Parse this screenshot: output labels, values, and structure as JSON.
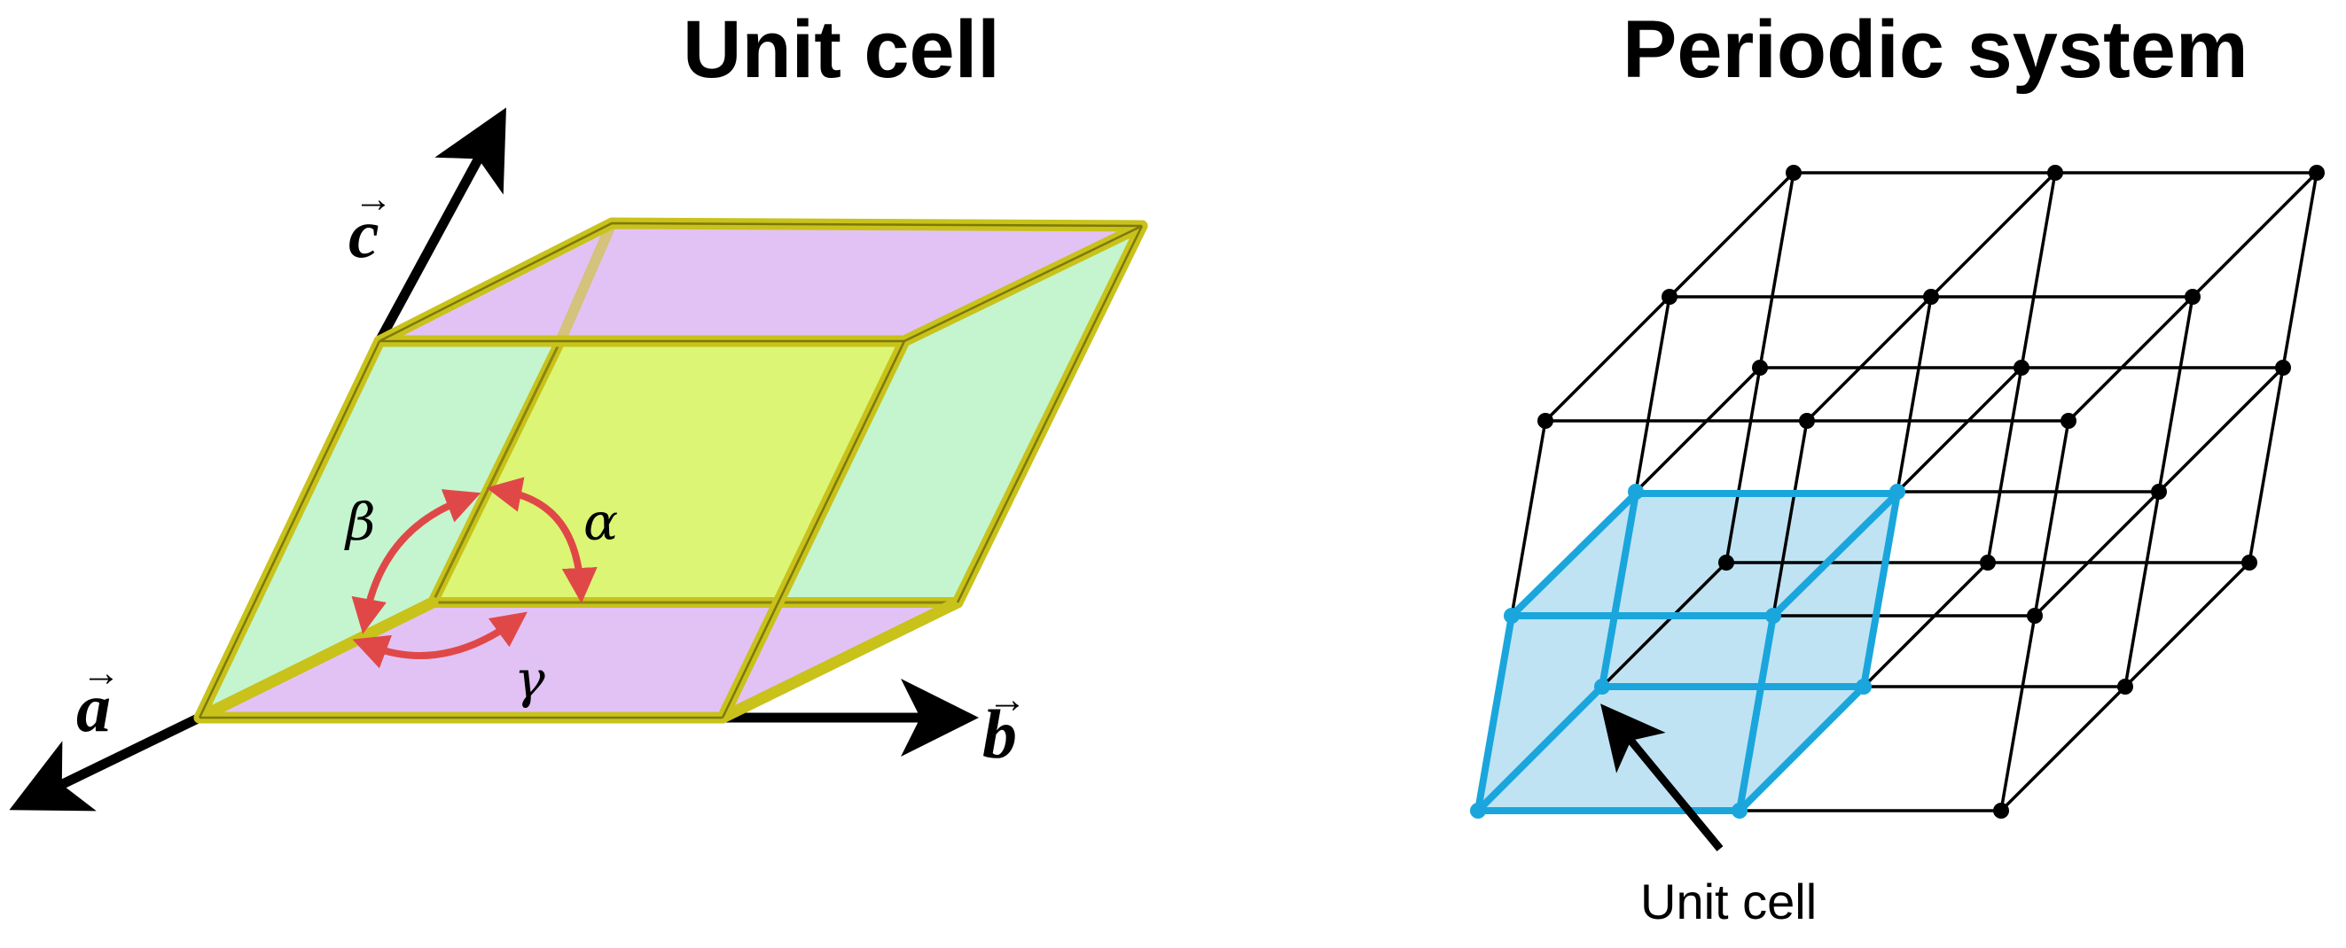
{
  "panels": {
    "left": {
      "title": "Unit cell",
      "vectors": {
        "a": "a",
        "b": "b",
        "c": "c"
      },
      "angles": {
        "alpha": "α",
        "beta": "β",
        "gamma": "γ"
      }
    },
    "right": {
      "title": "Periodic system",
      "pointer_label": "Unit cell"
    }
  },
  "colors": {
    "edge": "#c8c21a",
    "face_top_bottom": "#e2c2f5",
    "face_side": "#c4f5cf",
    "face_front": "#dcf574",
    "angle_arrow": "#e04848",
    "unit_cell_highlight": "#1aa6dc",
    "unit_cell_fill": "#bfe3f3",
    "lattice": "#000000"
  }
}
